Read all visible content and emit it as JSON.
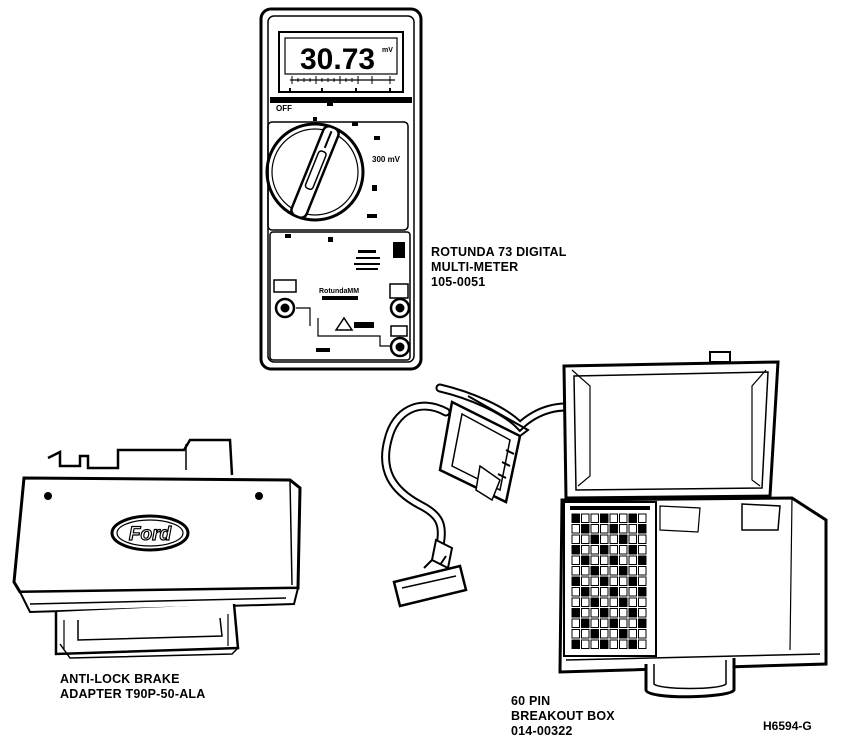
{
  "meter": {
    "display_value": "30.73",
    "display_unit": "mV",
    "off_label": "OFF",
    "range_label": "300 mV",
    "brand_label": "RotundaMM",
    "label": [
      "ROTUNDA 73 DIGITAL",
      "MULTI-METER",
      "105-0051"
    ]
  },
  "adapter": {
    "logo_text": "Ford",
    "label": [
      "ANTI-LOCK BRAKE",
      "ADAPTER T90P-50-ALA"
    ]
  },
  "breakout_box": {
    "label": [
      "60 PIN",
      "BREAKOUT BOX",
      "014-00322"
    ]
  },
  "figure_id": "H6594-G"
}
